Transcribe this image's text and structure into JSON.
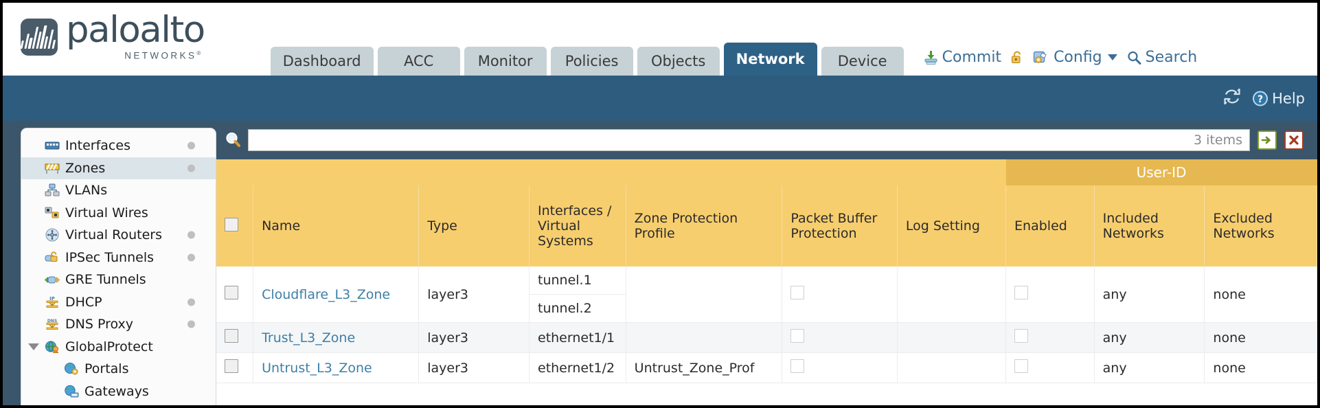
{
  "brand": {
    "name": "paloalto",
    "tagline": "NETWORKS",
    "registered": "®"
  },
  "tabs": [
    {
      "label": "Dashboard",
      "active": false
    },
    {
      "label": "ACC",
      "active": false
    },
    {
      "label": "Monitor",
      "active": false
    },
    {
      "label": "Policies",
      "active": false
    },
    {
      "label": "Objects",
      "active": false
    },
    {
      "label": "Network",
      "active": true
    },
    {
      "label": "Device",
      "active": false
    }
  ],
  "header_actions": {
    "commit": "Commit",
    "lock": "",
    "config": "Config",
    "search": "Search"
  },
  "bluebar": {
    "refresh": "",
    "help": "Help"
  },
  "sidebar": {
    "items": [
      {
        "label": "Interfaces",
        "icon": "interfaces-icon",
        "selected": false,
        "dot": true,
        "child": false,
        "expander": false
      },
      {
        "label": "Zones",
        "icon": "zones-icon",
        "selected": true,
        "dot": true,
        "child": false,
        "expander": false
      },
      {
        "label": "VLANs",
        "icon": "vlans-icon",
        "selected": false,
        "dot": false,
        "child": false,
        "expander": false
      },
      {
        "label": "Virtual Wires",
        "icon": "virtual-wires-icon",
        "selected": false,
        "dot": false,
        "child": false,
        "expander": false
      },
      {
        "label": "Virtual Routers",
        "icon": "virtual-routers-icon",
        "selected": false,
        "dot": true,
        "child": false,
        "expander": false
      },
      {
        "label": "IPSec Tunnels",
        "icon": "ipsec-tunnels-icon",
        "selected": false,
        "dot": true,
        "child": false,
        "expander": false
      },
      {
        "label": "GRE Tunnels",
        "icon": "gre-tunnels-icon",
        "selected": false,
        "dot": false,
        "child": false,
        "expander": false
      },
      {
        "label": "DHCP",
        "icon": "dhcp-icon",
        "selected": false,
        "dot": true,
        "child": false,
        "expander": false
      },
      {
        "label": "DNS Proxy",
        "icon": "dns-proxy-icon",
        "selected": false,
        "dot": true,
        "child": false,
        "expander": false
      },
      {
        "label": "GlobalProtect",
        "icon": "globalprotect-icon",
        "selected": false,
        "dot": false,
        "child": false,
        "expander": true
      },
      {
        "label": "Portals",
        "icon": "portals-icon",
        "selected": false,
        "dot": false,
        "child": true,
        "expander": false
      },
      {
        "label": "Gateways",
        "icon": "gateways-icon",
        "selected": false,
        "dot": false,
        "child": true,
        "expander": false
      }
    ]
  },
  "search": {
    "value": "",
    "placeholder": "",
    "items_count": "3 items",
    "go_label": "",
    "clear_label": ""
  },
  "table": {
    "group_header": "User-ID",
    "columns": [
      "Name",
      "Type",
      "Interfaces / Virtual Systems",
      "Zone Protection Profile",
      "Packet Buffer Protection",
      "Log Setting",
      "Enabled",
      "Included Networks",
      "Excluded Networks"
    ],
    "rows": [
      {
        "selected": false,
        "name": "Cloudflare_L3_Zone",
        "type": "layer3",
        "interfaces": [
          "tunnel.1",
          "tunnel.2"
        ],
        "zone_protection_profile": "",
        "packet_buffer_protection": false,
        "log_setting": "",
        "userid_enabled": false,
        "included_networks": "any",
        "excluded_networks": "none"
      },
      {
        "selected": false,
        "name": "Trust_L3_Zone",
        "type": "layer3",
        "interfaces": [
          "ethernet1/1"
        ],
        "zone_protection_profile": "",
        "packet_buffer_protection": false,
        "log_setting": "",
        "userid_enabled": false,
        "included_networks": "any",
        "excluded_networks": "none"
      },
      {
        "selected": false,
        "name": "Untrust_L3_Zone",
        "type": "layer3",
        "interfaces": [
          "ethernet1/2"
        ],
        "zone_protection_profile": "Untrust_Zone_Prof",
        "packet_buffer_protection": false,
        "log_setting": "",
        "userid_enabled": false,
        "included_networks": "any",
        "excluded_networks": "none"
      }
    ]
  },
  "colors": {
    "header_blue": "#2e5c7e",
    "active_tab": "#2e6186",
    "table_header": "#f7ce6e",
    "group_header": "#e6b851",
    "link": "#3d7fa6",
    "page_bg": "#3b566b"
  }
}
